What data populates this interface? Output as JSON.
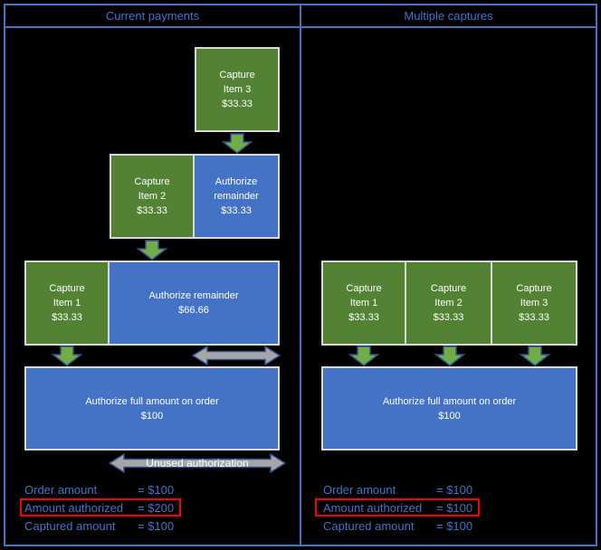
{
  "header": {
    "left_title": "Current payments",
    "right_title": "Multiple captures"
  },
  "left_panel": {
    "box_item3": [
      "Capture",
      "Item 3",
      "$33.33"
    ],
    "box_item2": [
      "Capture",
      "Item 2",
      "$33.33"
    ],
    "box_auth_rem_33": [
      "Authorize",
      "remainder",
      "$33.33"
    ],
    "box_item1": [
      "Capture",
      "Item 1",
      "$33.33"
    ],
    "box_auth_rem_66": [
      "Authorize remainder",
      "$66.66"
    ],
    "box_auth_full": [
      "Authorize full amount on order",
      "$100"
    ],
    "unused_label": "Unused authorization",
    "stats": {
      "order": {
        "label": "Order amount",
        "value": "= $100"
      },
      "authorized": {
        "label": "Amount authorized",
        "value": "= $200"
      },
      "captured": {
        "label": "Captured amount",
        "value": "= $100"
      }
    }
  },
  "right_panel": {
    "box_item1": [
      "Capture",
      "Item 1",
      "$33.33"
    ],
    "box_item2": [
      "Capture",
      "Item 2",
      "$33.33"
    ],
    "box_item3": [
      "Capture",
      "Item 3",
      "$33.33"
    ],
    "box_auth_full": [
      "Authorize full amount on order",
      "$100"
    ],
    "stats": {
      "order": {
        "label": "Order amount",
        "value": "= $100"
      },
      "authorized": {
        "label": "Amount authorized",
        "value": "= $100"
      },
      "captured": {
        "label": "Captured amount",
        "value": "= $100"
      }
    }
  },
  "colors": {
    "panel_border": "#4472C4",
    "capture_green": "#548235",
    "authorize_blue": "#4472C4",
    "arrow_green": "#70AD47",
    "arrow_outline": "#2F528F",
    "gray_arrow": "#A6A6A6",
    "label_blue": "#4472C4",
    "highlight_red": "#FF0000",
    "box_border_gray": "#D9D9D9"
  }
}
